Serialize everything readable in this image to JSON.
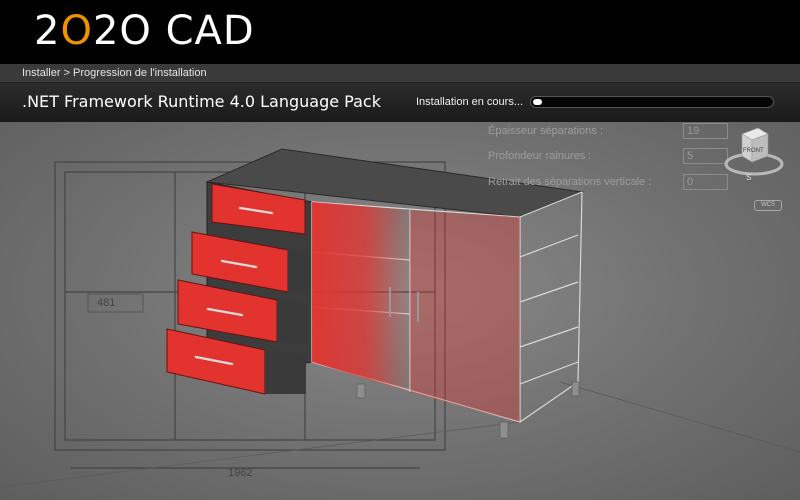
{
  "header": {
    "logo_part1": "2",
    "logo_o": "O",
    "logo_part2": "2O CAD"
  },
  "breadcrumb": "Installer > Progression de l'installation",
  "install": {
    "package_name": ".NET Framework Runtime 4.0 Language Pack",
    "status_text": "Installation en cours...",
    "progress": 0.04
  },
  "properties": [
    {
      "label": "Épaisseur séparations :",
      "value": "19"
    },
    {
      "label": "Profondeur rainures :",
      "value": "5"
    },
    {
      "label": "Retrait des séparations verticale :",
      "value": "0"
    }
  ],
  "viewcube": {
    "face_label": "FRONT",
    "compass_label": "S",
    "wcs_label": "WCS"
  },
  "dimensions": {
    "left_value": "481",
    "bottom_value": "1962"
  },
  "colors": {
    "accent": "#f29100",
    "cabinet_red": "#e2332f",
    "background": "#6e6e6e"
  }
}
